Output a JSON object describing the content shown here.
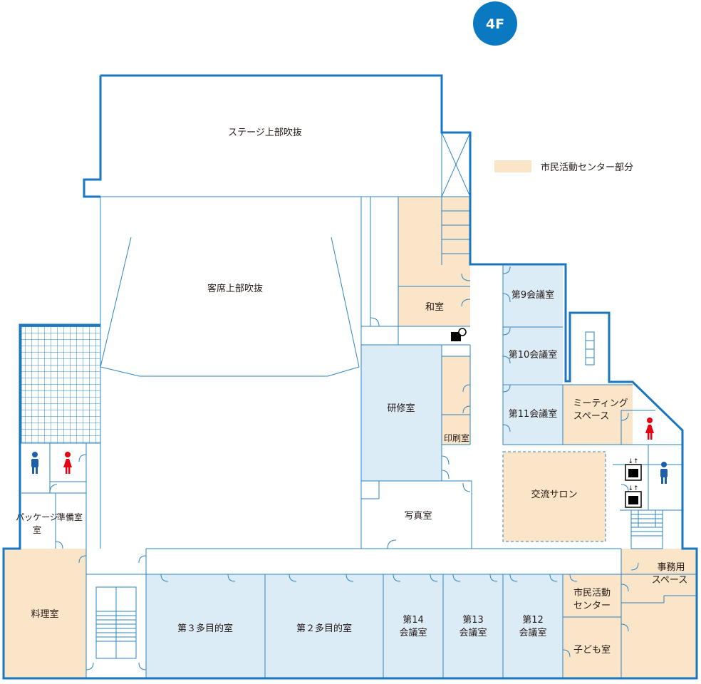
{
  "floor_badge": "4F",
  "legend": {
    "label": "市民活動センター部分",
    "color": "#fbe5c8"
  },
  "colors": {
    "wall": "#1a76be",
    "thin": "#2d84c4",
    "civic": "#fbe5c8",
    "meeting": "#dcecf7",
    "male": "#1f5ea8",
    "female": "#e60012"
  },
  "rooms": {
    "stage_void": "ステージ上部吹抜",
    "seat_void": "客席上部吹抜",
    "washitsu": "和室",
    "kenshu": "研修室",
    "insatsu": "印刷室",
    "shashin": "写真室",
    "kaigi9": "第9会議室",
    "kaigi10": "第10会議室",
    "kaigi11": "第11会議室",
    "meeting_space_1": "ミーティング",
    "meeting_space_2": "スペース",
    "salon": "交流サロン",
    "package_1": "パッケージ",
    "package_2": "室",
    "junbi": "準備室",
    "ryouri": "料理室",
    "tamokuteki3": "第３多目的室",
    "tamokuteki2": "第２多目的室",
    "kaigi14_1": "第14",
    "kaigi14_2": "会議室",
    "kaigi13_1": "第13",
    "kaigi13_2": "会議室",
    "kaigi12_1": "第12",
    "kaigi12_2": "会議室",
    "civic_center_1": "市民活動",
    "civic_center_2": "センター",
    "jimu_1": "事務用",
    "jimu_2": "スペース",
    "kodomo": "子ども室"
  }
}
